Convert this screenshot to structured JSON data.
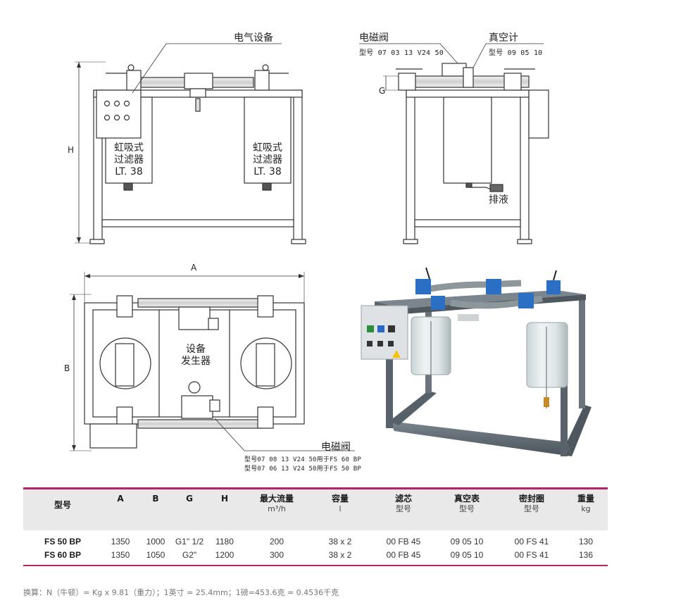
{
  "labels": {
    "electrical_equipment": "电气设备",
    "solenoid_valve_top": "电磁阀",
    "solenoid_valve_top_model": "型号 07 03 13 V24 50",
    "vacuum_gauge": "真空计",
    "vacuum_gauge_model": "型号 09 05 10",
    "siphon_filter_left": [
      "虹吸式",
      "过滤器",
      "LT. 38"
    ],
    "siphon_filter_right": [
      "虹吸式",
      "过滤器",
      "LT. 38"
    ],
    "drain": "排液",
    "dim_h": "H",
    "dim_g": "G",
    "dim_a": "A",
    "dim_b": "B",
    "generator": [
      "设备",
      "发生器"
    ],
    "solenoid_valve_bottom": "电磁阀",
    "solenoid_valve_bottom_model_1": "型号07 08 13 V24 50用于FS 60 BP",
    "solenoid_valve_bottom_model_2": "型号07 06 13 V24 50用于FS 50 BP"
  },
  "table": {
    "headers": [
      {
        "title": "型号",
        "unit": ""
      },
      {
        "title": "A",
        "unit": ""
      },
      {
        "title": "B",
        "unit": ""
      },
      {
        "title": "G",
        "unit": ""
      },
      {
        "title": "H",
        "unit": ""
      },
      {
        "title": "最大流量",
        "unit": "m³/h"
      },
      {
        "title": "容量",
        "unit": "l"
      },
      {
        "title": "滤芯",
        "unit": "型号"
      },
      {
        "title": "真空表",
        "unit": "型号"
      },
      {
        "title": "密封圈",
        "unit": "型号"
      },
      {
        "title": "重量",
        "unit": "kg"
      }
    ],
    "rows": [
      [
        "FS 50 BP",
        "1350",
        "1000",
        "G1\" 1/2",
        "1180",
        "200",
        "38 x 2",
        "00 FB 45",
        "09 05 10",
        "00 FS 41",
        "130"
      ],
      [
        "FS 60 BP",
        "1350",
        "1050",
        "G2\"",
        "1200",
        "300",
        "38 x 2",
        "00 FB 45",
        "09 05 10",
        "00 FS 41",
        "136"
      ]
    ]
  },
  "footnote": "换算：N（牛顿）= Kg x 9.81（重力）；1英寸 = 25.4mm；1磅=453.6克 = 0.4536千克",
  "colors": {
    "accent": "#b5246b",
    "header_bg": "#e9e9e9",
    "valve_blue": "#2a6fc4",
    "frame_gray": "#59626b"
  }
}
